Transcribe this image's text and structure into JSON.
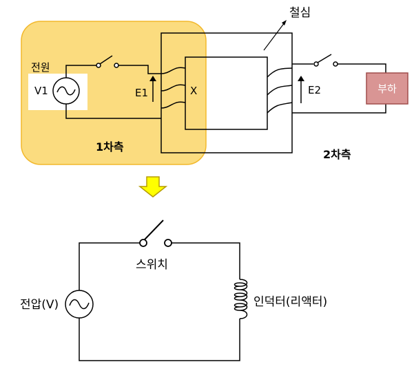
{
  "top": {
    "core_label": "철심",
    "source_label": "전원",
    "source_name": "V1",
    "primary_winding_label": "X",
    "primary_emf": "E1",
    "secondary_emf": "E2",
    "load_label": "부하",
    "primary_side": "1차측",
    "secondary_side": "2차측"
  },
  "bottom": {
    "switch_label": "스위치",
    "voltage_label": "전압(V)",
    "inductor_label": "인덕터(리액터)"
  },
  "colors": {
    "primary_region": "#fbdc7f",
    "primary_region_border": "#f2b82c",
    "load_fill": "#d99594",
    "load_border": "#a04d4c",
    "arrow_fill": "#ffff00",
    "arrow_border": "#b59b00",
    "line": "#000000",
    "load_text": "#ffffff"
  }
}
